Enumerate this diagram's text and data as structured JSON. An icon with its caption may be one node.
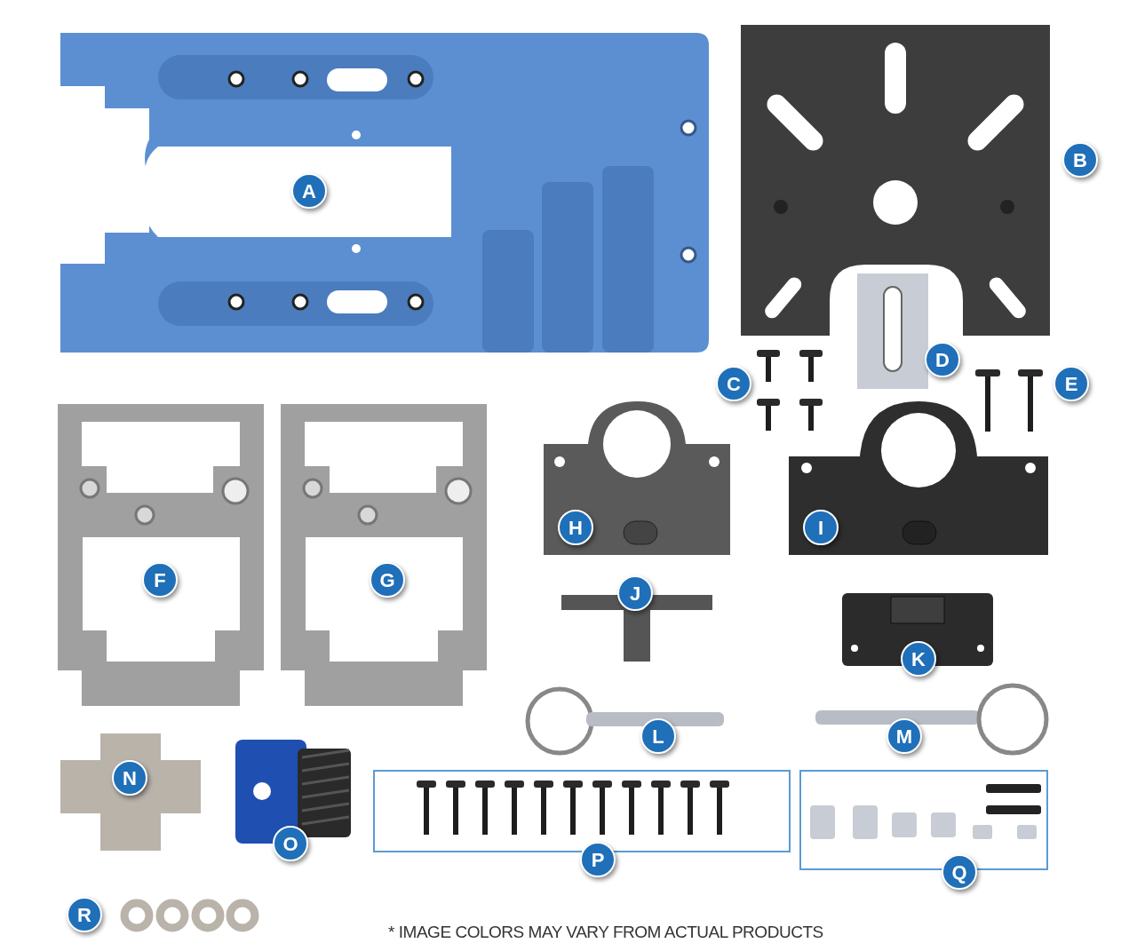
{
  "diagram": {
    "labels": [
      "A",
      "B",
      "D",
      "C",
      "E",
      "F",
      "G",
      "H",
      "I",
      "J",
      "K",
      "L",
      "M",
      "N",
      "O",
      "P",
      "Q",
      "R",
      "* IMAGE COLORS MAY VARY FROM ACTUAL PRODUCTS"
    ]
  }
}
